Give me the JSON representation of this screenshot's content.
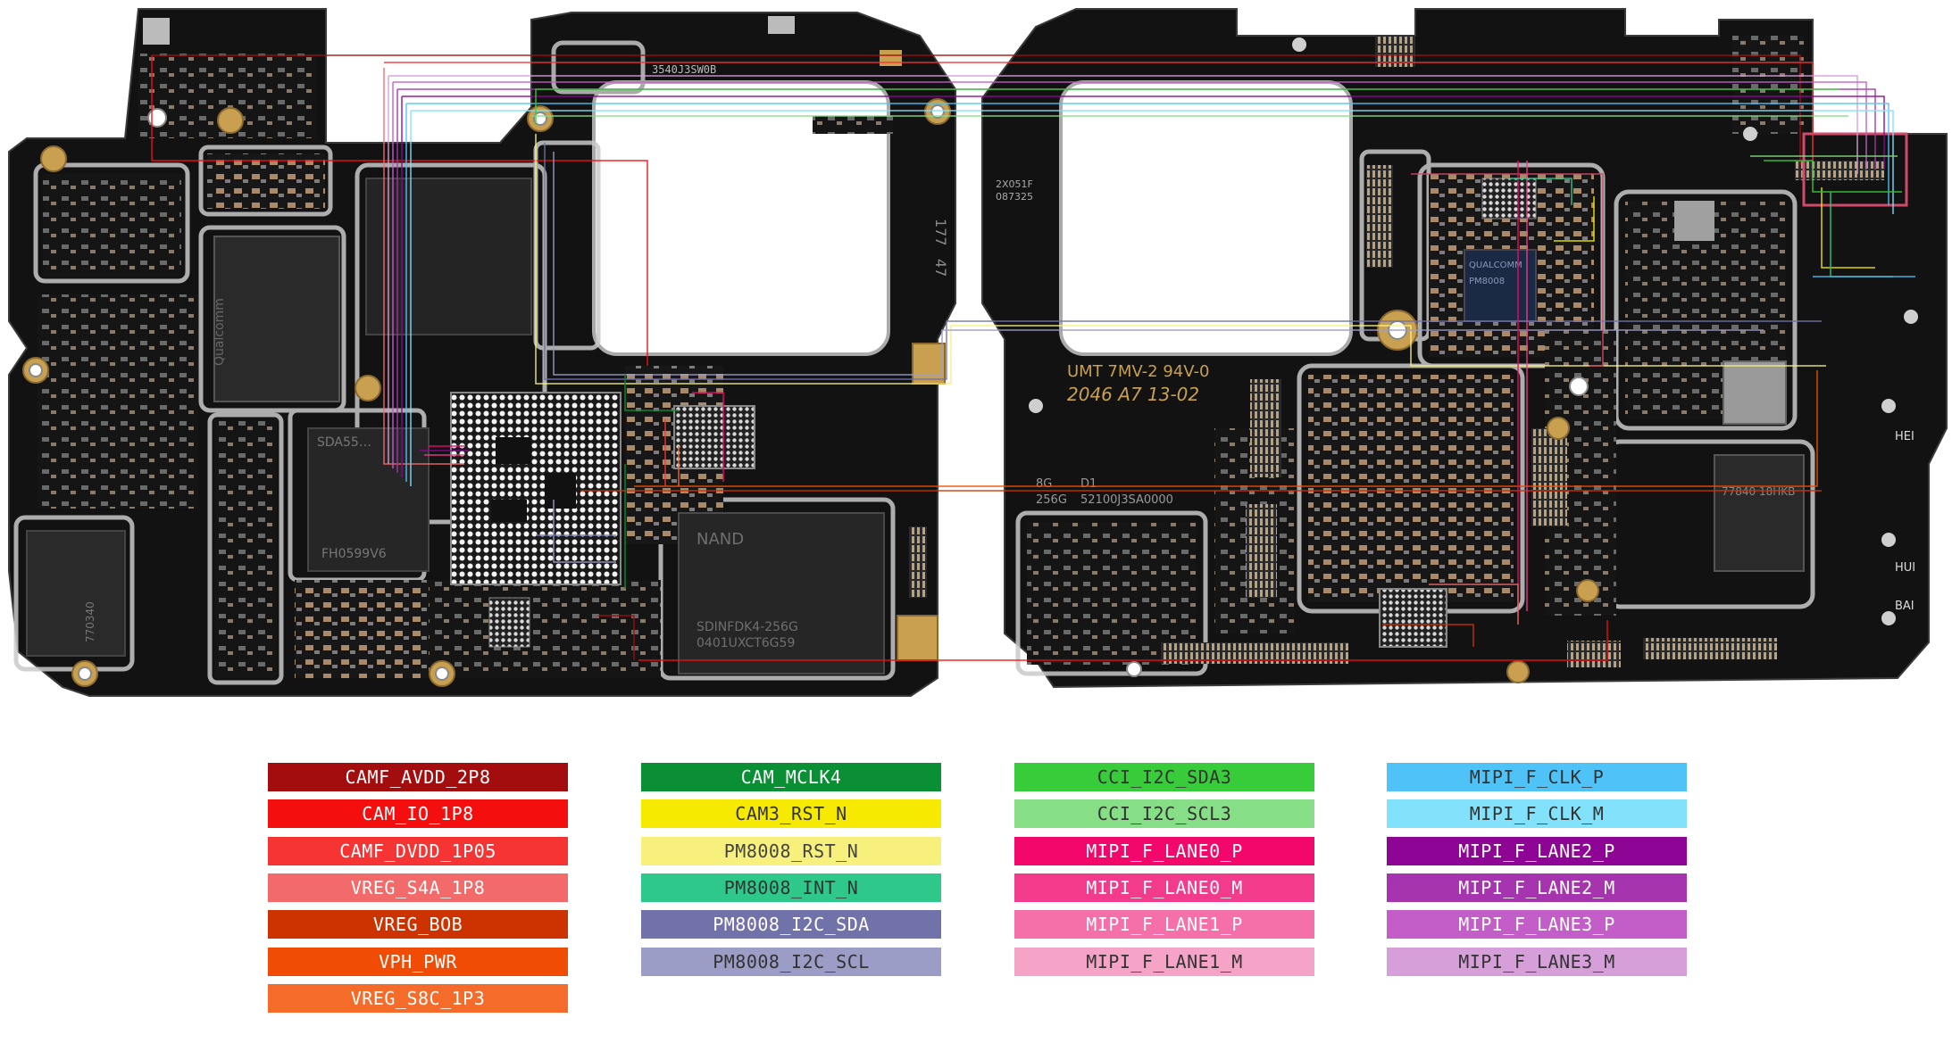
{
  "board": {
    "left_markings": {
      "cpu_text": "SDA55…",
      "cpu_code": "FH0599V6",
      "nand": "NAND",
      "nand_part": "SDINFDK4-256G",
      "nand_code": "0401UXCT6G59",
      "top_code": "3540J3SW0B",
      "side_177": "177",
      "side_47": "47",
      "qualcomm": "Qualcomm",
      "ram_code": "770340"
    },
    "right_markings": {
      "umt_line1": "UMT 7MV-2 94V-0",
      "umt_line2": "2046 A7 13-02",
      "ram_size": "8G",
      "rom_size": "256G",
      "d1": "D1",
      "serial": "52100J3SA0000",
      "pcb_code_1": "2X051F",
      "pcb_code_2": "087325",
      "pmic_chip": "QUALCOMM",
      "pmic_code": "PM8008",
      "label_hei": "HEI",
      "label_hui": "HUI",
      "label_bai": "BAI",
      "chip_code": "77840 18HKB"
    }
  },
  "legend": {
    "col1": [
      {
        "label": "CAMF_AVDD_2P8",
        "color": "#a30d0d",
        "text": "#ffffff"
      },
      {
        "label": "CAM_IO_1P8",
        "color": "#f50e0e",
        "text": "#ffffff"
      },
      {
        "label": "CAMF_DVDD_1P05",
        "color": "#f63434",
        "text": "#ffffff"
      },
      {
        "label": "VREG_S4A_1P8",
        "color": "#f36a6a",
        "text": "#ffffff"
      },
      {
        "label": "VREG_BOB",
        "color": "#cc3300",
        "text": "#ffffff"
      },
      {
        "label": "VPH_PWR",
        "color": "#f04c05",
        "text": "#ffffff"
      },
      {
        "label": "VREG_S8C_1P3",
        "color": "#f46b2a",
        "text": "#ffffff"
      }
    ],
    "col2": [
      {
        "label": "CAM_MCLK4",
        "color": "#0b8f34",
        "text": "#ffffff"
      },
      {
        "label": "CAM3_RST_N",
        "color": "#f5ea00",
        "text": "#333333"
      },
      {
        "label": "PM8008_RST_N",
        "color": "#f7f07c",
        "text": "#444444"
      },
      {
        "label": "PM8008_INT_N",
        "color": "#2ec98a",
        "text": "#333333"
      },
      {
        "label": "PM8008_I2C_SDA",
        "color": "#7172a9",
        "text": "#ffffff"
      },
      {
        "label": "PM8008_I2C_SCL",
        "color": "#9c9dc7",
        "text": "#333333"
      }
    ],
    "col3": [
      {
        "label": "CCI_I2C_SDA3",
        "color": "#38cc3a",
        "text": "#333333"
      },
      {
        "label": "CCI_I2C_SCL3",
        "color": "#86de86",
        "text": "#333333"
      },
      {
        "label": "MIPI_F_LANE0_P",
        "color": "#f3076a",
        "text": "#ffffff"
      },
      {
        "label": "MIPI_F_LANE0_M",
        "color": "#f23b8b",
        "text": "#ffffff"
      },
      {
        "label": "MIPI_F_LANE1_P",
        "color": "#f56fa9",
        "text": "#ffffff"
      },
      {
        "label": "MIPI_F_LANE1_M",
        "color": "#f6a3c8",
        "text": "#333333"
      }
    ],
    "col4": [
      {
        "label": "MIPI_F_CLK_P",
        "color": "#4fc3f7",
        "text": "#333333"
      },
      {
        "label": "MIPI_F_CLK_M",
        "color": "#82e1fb",
        "text": "#333333"
      },
      {
        "label": "MIPI_F_LANE2_P",
        "color": "#8e0596",
        "text": "#ffffff"
      },
      {
        "label": "MIPI_F_LANE2_M",
        "color": "#a634ae",
        "text": "#ffffff"
      },
      {
        "label": "MIPI_F_LANE3_P",
        "color": "#c35ec9",
        "text": "#ffffff"
      },
      {
        "label": "MIPI_F_LANE3_M",
        "color": "#d69fda",
        "text": "#333333"
      }
    ]
  }
}
